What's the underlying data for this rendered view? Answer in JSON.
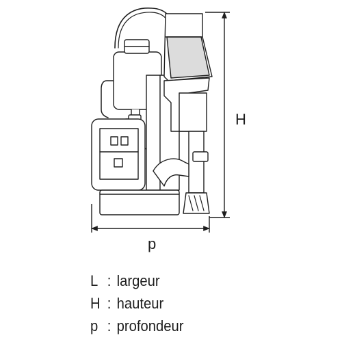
{
  "dimensions": {
    "height_symbol": "H",
    "depth_symbol": "p"
  },
  "legend": [
    {
      "symbol": "L",
      "separator": ":",
      "meaning": "largeur"
    },
    {
      "symbol": "H",
      "separator": ":",
      "meaning": "hauteur"
    },
    {
      "symbol": "p",
      "separator": ":",
      "meaning": "profondeur"
    }
  ],
  "colors": {
    "line": "#1e1e1e",
    "fill": "#ffffff",
    "shade": "#dcdcdc"
  }
}
